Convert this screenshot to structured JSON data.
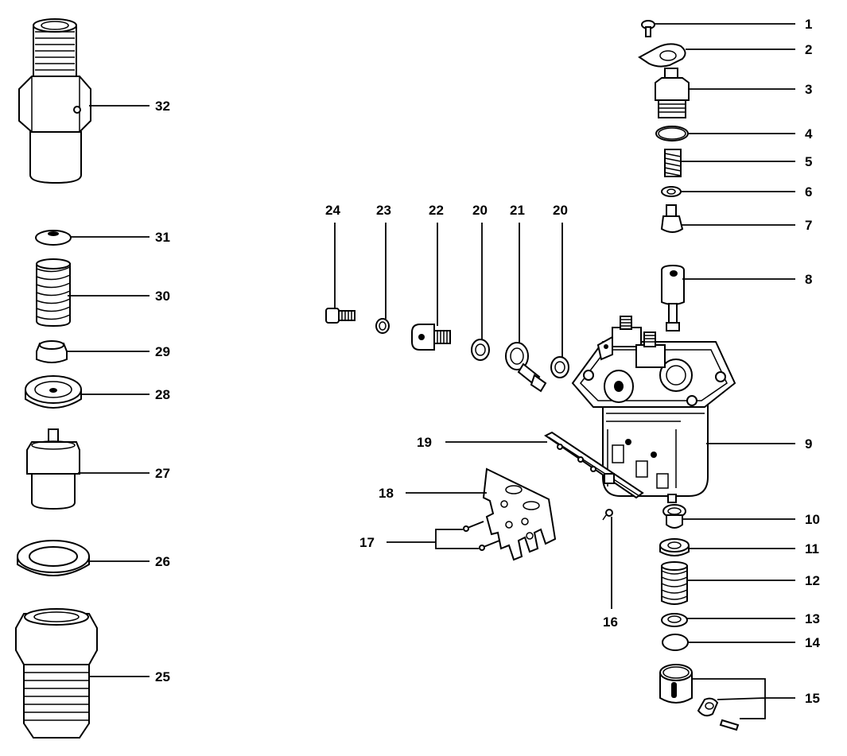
{
  "callouts": {
    "c1": "1",
    "c2": "2",
    "c3": "3",
    "c4": "4",
    "c5": "5",
    "c6": "6",
    "c7": "7",
    "c8": "8",
    "c9": "9",
    "c10": "10",
    "c11": "11",
    "c12": "12",
    "c13": "13",
    "c14": "14",
    "c15": "15",
    "c16": "16",
    "c17": "17",
    "c18": "18",
    "c19": "19",
    "c20a": "20",
    "c20b": "20",
    "c21": "21",
    "c22": "22",
    "c23": "23",
    "c24": "24",
    "c25": "25",
    "c26": "26",
    "c27": "27",
    "c28": "28",
    "c29": "29",
    "c30": "30",
    "c31": "31",
    "c32": "32"
  },
  "colors": {
    "ink": "#000000",
    "paper": "#ffffff"
  }
}
